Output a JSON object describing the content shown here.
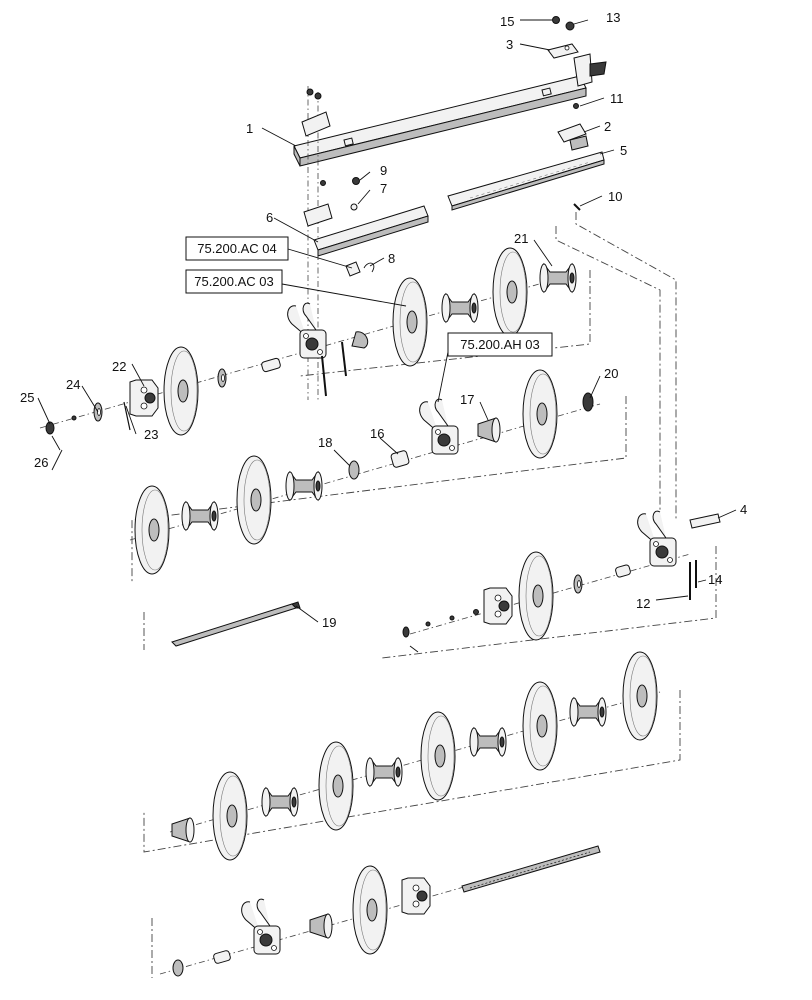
{
  "diagram": {
    "callouts": [
      "1",
      "2",
      "3",
      "4",
      "5",
      "6",
      "7",
      "8",
      "9",
      "10",
      "11",
      "12",
      "13",
      "14",
      "15",
      "16",
      "17",
      "18",
      "19",
      "20",
      "21",
      "22",
      "23",
      "24",
      "25",
      "26"
    ],
    "references": [
      "75.200.AC 04",
      "75.200.AC 03",
      "75.200.AH 03"
    ]
  }
}
